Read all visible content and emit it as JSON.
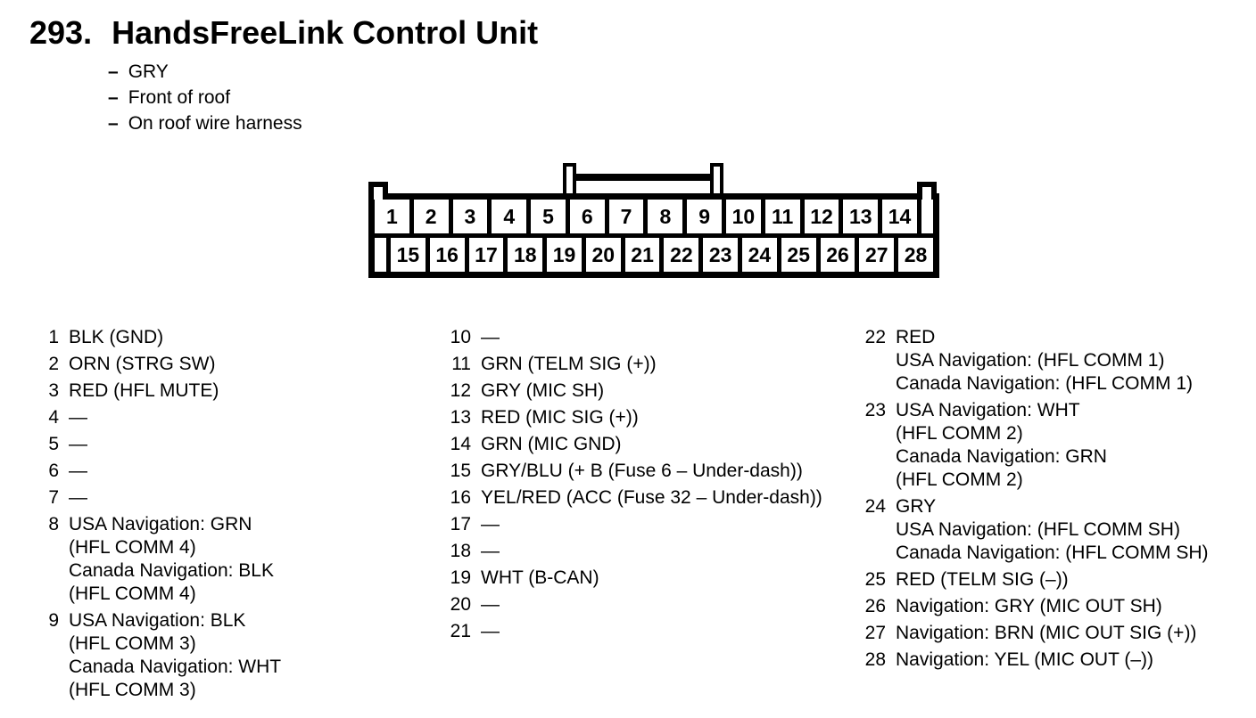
{
  "title": {
    "number": "293.",
    "text": "HandsFreeLink Control Unit"
  },
  "dash": "–",
  "bullets": [
    "GRY",
    "Front of roof",
    "On roof wire harness"
  ],
  "colors": {
    "ink": "#000000",
    "paper": "#ffffff"
  },
  "connector": {
    "top_pins": [
      "1",
      "2",
      "3",
      "4",
      "5",
      "6",
      "7",
      "8",
      "9",
      "10",
      "11",
      "12",
      "13",
      "14"
    ],
    "bottom_pins": [
      "15",
      "16",
      "17",
      "18",
      "19",
      "20",
      "21",
      "22",
      "23",
      "24",
      "25",
      "26",
      "27",
      "28"
    ]
  },
  "pins": {
    "col1": [
      {
        "num": "1",
        "lines": [
          "BLK (GND)"
        ]
      },
      {
        "num": "2",
        "lines": [
          "ORN (STRG SW)"
        ]
      },
      {
        "num": "3",
        "lines": [
          "RED (HFL MUTE)"
        ]
      },
      {
        "num": "4",
        "lines": [
          "—"
        ]
      },
      {
        "num": "5",
        "lines": [
          "—"
        ]
      },
      {
        "num": "6",
        "lines": [
          "—"
        ]
      },
      {
        "num": "7",
        "lines": [
          "—"
        ]
      },
      {
        "num": "8",
        "lines": [
          "USA Navigation: GRN",
          "(HFL COMM 4)",
          "Canada Navigation: BLK",
          "(HFL COMM 4)"
        ]
      },
      {
        "num": "9",
        "lines": [
          "USA Navigation: BLK",
          "(HFL COMM 3)",
          "Canada Navigation: WHT",
          "(HFL COMM 3)"
        ]
      }
    ],
    "col2": [
      {
        "num": "10",
        "lines": [
          "—"
        ]
      },
      {
        "num": "11",
        "lines": [
          "GRN (TELM SIG (+))"
        ]
      },
      {
        "num": "12",
        "lines": [
          "GRY (MIC SH)"
        ]
      },
      {
        "num": "13",
        "lines": [
          "RED (MIC SIG (+))"
        ]
      },
      {
        "num": "14",
        "lines": [
          "GRN (MIC GND)"
        ]
      },
      {
        "num": "15",
        "lines": [
          "GRY/BLU (+ B (Fuse 6 – Under-dash))"
        ]
      },
      {
        "num": "16",
        "lines": [
          "YEL/RED (ACC (Fuse 32 – Under-dash))"
        ]
      },
      {
        "num": "17",
        "lines": [
          "—"
        ]
      },
      {
        "num": "18",
        "lines": [
          "—"
        ]
      },
      {
        "num": "19",
        "lines": [
          "WHT (B-CAN)"
        ]
      },
      {
        "num": "20",
        "lines": [
          "—"
        ]
      },
      {
        "num": "21",
        "lines": [
          "—"
        ]
      }
    ],
    "col3": [
      {
        "num": "22",
        "lines": [
          "RED",
          "USA Navigation: (HFL COMM 1)",
          "Canada Navigation: (HFL COMM 1)"
        ]
      },
      {
        "num": "23",
        "lines": [
          "USA Navigation: WHT",
          "(HFL COMM 2)",
          "Canada Navigation: GRN",
          "(HFL COMM 2)"
        ]
      },
      {
        "num": "24",
        "lines": [
          "GRY",
          "USA Navigation: (HFL COMM SH)",
          "Canada Navigation: (HFL COMM SH)"
        ]
      },
      {
        "num": "25",
        "lines": [
          "RED (TELM SIG (–))"
        ]
      },
      {
        "num": "26",
        "lines": [
          "Navigation: GRY (MIC OUT SH)"
        ]
      },
      {
        "num": "27",
        "lines": [
          "Navigation: BRN (MIC OUT SIG (+))"
        ]
      },
      {
        "num": "28",
        "lines": [
          "Navigation: YEL (MIC OUT (–))"
        ]
      }
    ]
  }
}
